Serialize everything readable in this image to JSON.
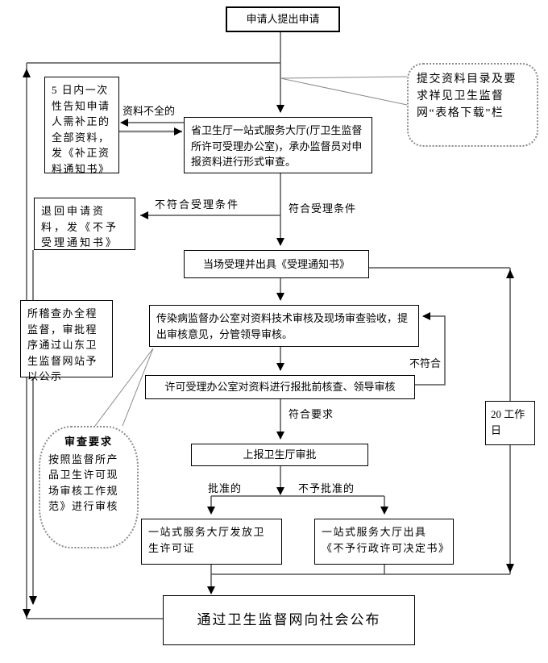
{
  "nodes": {
    "start": "申请人提出申请",
    "callout_submit": "提交资料目录及要求祥见卫生监督网“表格下载”栏",
    "notify_supplement": "5 日内一次性告知申请人需补正的全部资料，发《补正资料通知书》",
    "accept_office": "省卫生厅一站式服务大厅(厅卫生监督所许可受理办公室)，承办监督员对申报资料进行形式审查。",
    "return_materials": "退回申请资料，发《不予受理通知书》",
    "onsite_accept": "当场受理并出具《受理通知书》",
    "whole_process_supervise": "所稽查办全程监督，审批程序通过山东卫生监督网站予以公示",
    "tech_review": "传染病监督办公室对资料技术审核及现场审查验收，提出审核意见，分管领导审核。",
    "pre_check": "许可受理办公室对资料进行报批前核查、领导审核",
    "review_callout_title": "审查要求",
    "review_callout_body": "按照监督所产品卫生许可现场审核工作规范》进行审核",
    "submit_approval": "上报卫生厅审批",
    "issue_license": "一站式服务大厅发放卫生许可证",
    "issue_denial": "一站式服务大厅出具《不予行政许可决定书》",
    "publish": "通过卫生监督网向社会公布",
    "duration": "20 工作日"
  },
  "edge_labels": {
    "incomplete": "资料不全的",
    "not_meet_accept": "不符合受理条件",
    "meet_accept": "符合受理条件",
    "not_conform": "不符合",
    "conform": "符合要求",
    "approved": "批准的",
    "not_approved": "不予批准的"
  },
  "colors": {
    "line": "#555555",
    "border": "#000000",
    "callout_border": "#8a8a8a"
  }
}
